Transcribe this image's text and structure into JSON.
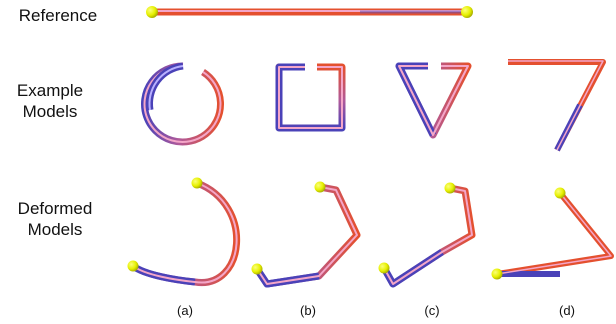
{
  "rows": {
    "reference": "Reference",
    "example_line1": "Example",
    "example_line2": "Models",
    "deformed_line1": "Deformed",
    "deformed_line2": "Models"
  },
  "columns": [
    "(a)",
    "(b)",
    "(c)",
    "(d)"
  ],
  "colors": {
    "rod_red": "#e4502f",
    "rod_blue": "#4a42b8",
    "highlight": "#f4a6c8",
    "endpoint": "#e6f000"
  }
}
